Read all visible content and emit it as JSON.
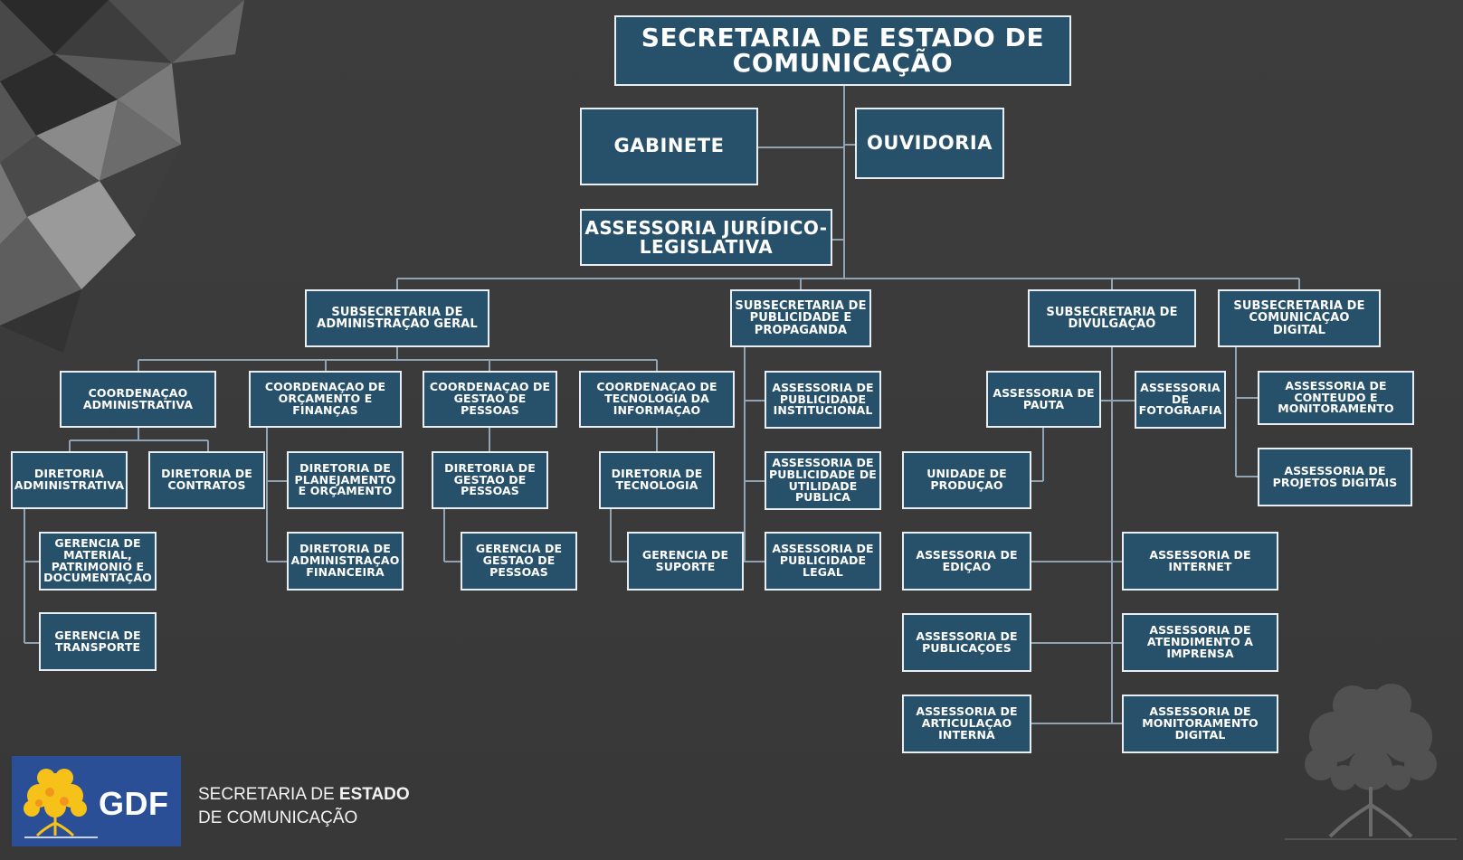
{
  "main": {
    "title": "SECRETARIA DE ESTADO DE COMUNICAÇÃO",
    "gabinete": "GABINETE",
    "ouvidoria": "OUVIDORIA",
    "assessoria_juridica": "ASSESSORIA JURÍDICO-LEGISLATIVA"
  },
  "subsecretarias": {
    "administracao": "SUBSECRETARIA DE ADMINISTRAÇAO GERAL",
    "publicidade": "SUBSECRETARIA DE PUBLICIDADE E PROPAGANDA",
    "divulgacao": "SUBSECRETARIA DE DIVULGAÇAO",
    "digital": "SUBSECRETARIA DE COMUNICAÇAO DIGITAL"
  },
  "administracao": {
    "coord_admin": "COORDENAÇAO ADMINISTRATIVA",
    "coord_orcamento": "COORDENAÇAO DE ORÇAMENTO E FINANÇAS",
    "coord_pessoas": "COORDENAÇAO DE GESTAO DE PESSOAS",
    "coord_ti": "COORDENAÇAO DE TECNOLOGIA DA INFORMAÇAO",
    "dir_admin": "DIRETORIA ADMINISTRATIVA",
    "dir_contratos": "DIRETORIA DE CONTRATOS",
    "ger_material": "GERENCIA DE MATERIAL, PATRIMONIO E DOCUMENTAÇAO",
    "ger_transporte": "GERENCIA DE TRANSPORTE",
    "dir_planejamento": "DIRETORIA DE PLANEJAMENTO E ORÇAMENTO",
    "dir_adm_fin": "DIRETORIA DE ADMINISTRAÇAO FINANCEIRA",
    "dir_pessoas": "DIRETORIA DE GESTAO DE PESSOAS",
    "ger_pessoas": "GERENCIA DE GESTAO DE PESSOAS",
    "dir_tecnologia": "DIRETORIA DE TECNOLOGIA",
    "ger_suporte": "GERENCIA DE SUPORTE"
  },
  "publicidade": {
    "institucional": "ASSESSORIA DE PUBLICIDADE INSTITUCIONAL",
    "utilidade": "ASSESSORIA DE PUBLICIDADE DE UTILIDADE PUBLICA",
    "legal": "ASSESSORIA DE PUBLICIDADE LEGAL"
  },
  "divulgacao": {
    "pauta": "ASSESSORIA DE PAUTA",
    "fotografia": "ASSESSORIA DE FOTOGRAFIA",
    "producao": "UNIDADE DE PRODUÇAO",
    "edicao": "ASSESSORIA DE EDIÇAO",
    "internet": "ASSESSORIA DE INTERNET",
    "publicacoes": "ASSESSORIA DE PUBLICAÇOES",
    "imprensa": "ASSESSORIA DE ATENDIMENTO A IMPRENSA",
    "articulacao": "ASSESSORIA DE ARTICULAÇAO INTERNA",
    "monitoramento": "ASSESSORIA DE MONITORAMENTO DIGITAL"
  },
  "digital": {
    "conteudo": "ASSESSORIA DE CONTEUDO E MONITORAMENTO",
    "projetos": "ASSESSORIA DE PROJETOS DIGITAIS"
  },
  "footer": {
    "logo_text": "GDF",
    "caption_line1_regular": "SECRETARIA DE ",
    "caption_line1_bold": "ESTADO",
    "caption_line2": "DE COMUNICAÇÃO"
  },
  "colors": {
    "box_fill": "#27506a",
    "box_border": "#e9eef2",
    "connector": "#8fa3b3",
    "background": "#3a3a3a",
    "logo_blue": "#2a4f96"
  }
}
